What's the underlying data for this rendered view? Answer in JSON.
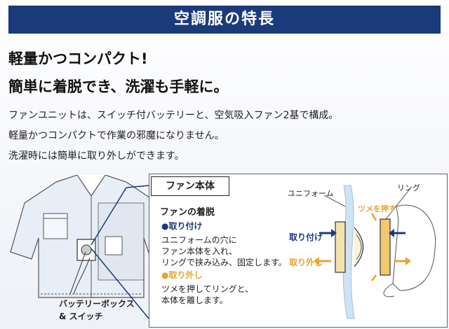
{
  "title": "空調服の特長",
  "headlines": [
    "軽量かつコンパクト!",
    "簡単に着脱でき、洗濯も手軽に。"
  ],
  "description": [
    "ファンユニットは、スイッチ付バッテリーと、空気吸入ファン2基で構成。",
    "軽量かつコンパクトで作業の邪魔になりません。",
    "洗濯時には簡単に取り外しができます。"
  ],
  "battery_label": [
    "バッテリーボックス",
    "& スイッチ"
  ],
  "panel": {
    "tab": "ファン本体",
    "heading": "ファンの着脱",
    "attach_title": "●取り付け",
    "attach_desc": [
      "ユニフォームの穴に",
      "ファン本体を入れ、",
      "リングで挟み込み、固定します。"
    ],
    "remove_title": "●取り外し",
    "remove_desc": [
      "ツメを押してリングと、",
      "本体を離します。"
    ]
  },
  "diagram": {
    "uniform": "ユニフォーム",
    "ring": "リング",
    "push": "ツメを押す",
    "attach": "取り付け",
    "remove": "取り外し"
  },
  "colors": {
    "navy": "#1b3a7a",
    "orange": "#e6a530",
    "fabric_blue": "#cfe3f5"
  }
}
